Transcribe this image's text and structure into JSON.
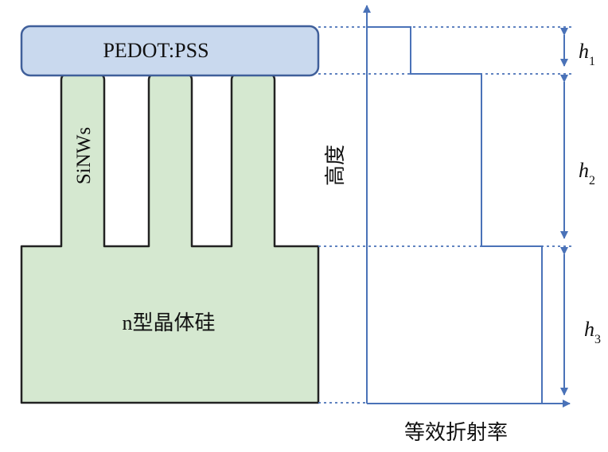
{
  "labels": {
    "top_layer": "PEDOT:PSS",
    "nanowires": "SiNWs",
    "substrate": "n型晶体硅",
    "y_axis": "高度",
    "x_axis": "等效折射率",
    "h1": {
      "main": "h",
      "sub": "1"
    },
    "h2": {
      "main": "h",
      "sub": "2"
    },
    "h3": {
      "main": "h",
      "sub": "3"
    }
  },
  "colors": {
    "pedot_fill": "#c9d9ee",
    "pedot_stroke": "#3f5f9a",
    "silicon_fill": "#d5e8d0",
    "outline": "#222222",
    "axis": "#4a72b8",
    "dotted": "#4a72b8"
  },
  "structure": {
    "nanowire_count": 3
  }
}
